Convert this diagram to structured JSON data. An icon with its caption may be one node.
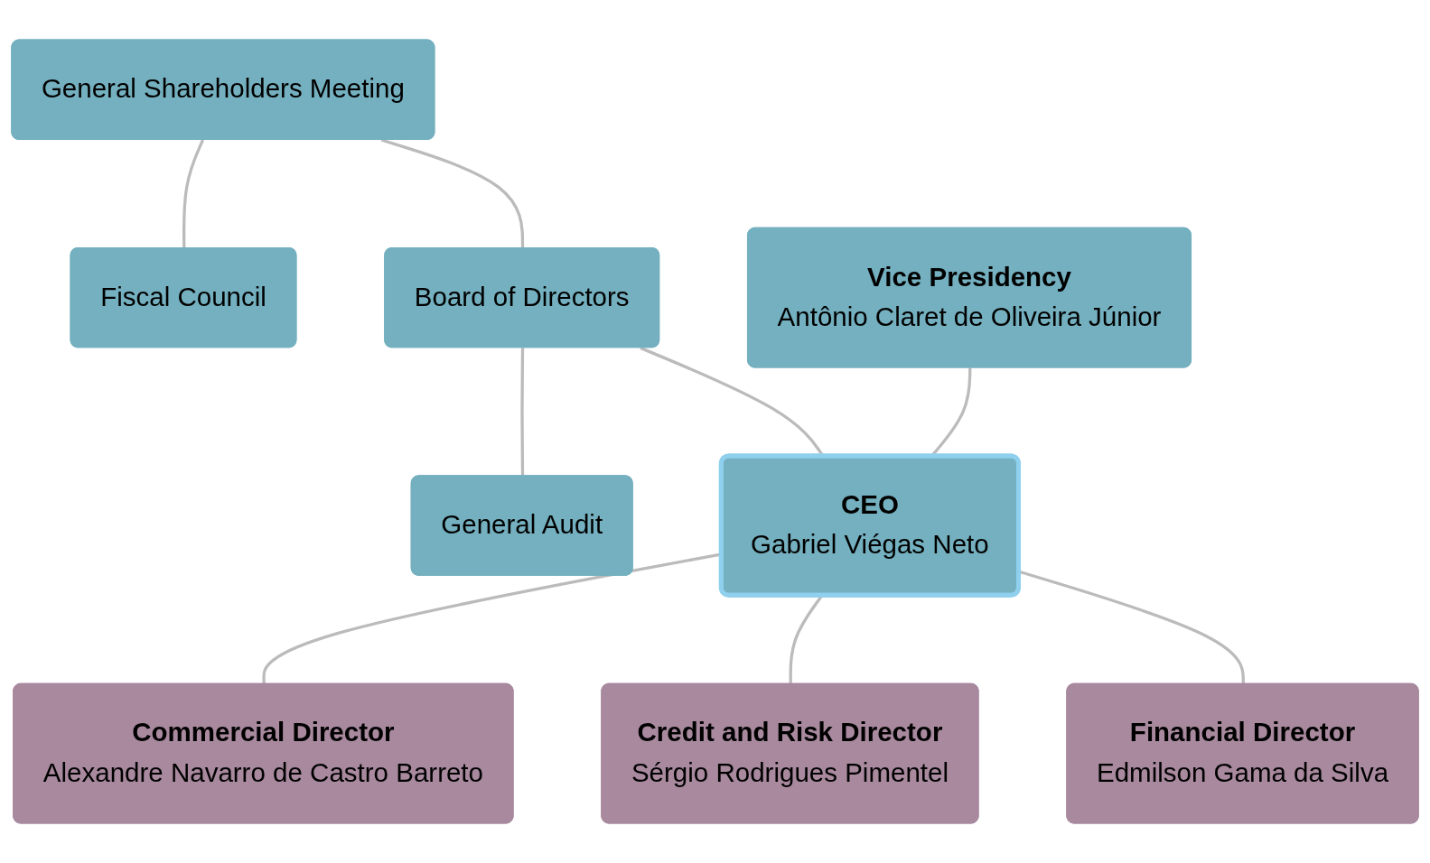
{
  "diagram": {
    "nodes": [
      {
        "text": [
          "General Shareholders Meeting"
        ]
      },
      {
        "text": [
          "Fiscal Council"
        ]
      },
      {
        "text": [
          "Board of Directors"
        ]
      },
      {
        "text": [
          "General Audit"
        ]
      },
      {
        "text": [
          "Vice Presidency",
          "Antônio Claret de Oliveira Júnior"
        ]
      },
      {
        "text": [
          "CEO",
          "Gabriel Viégas Neto"
        ]
      },
      {
        "text": [
          "Commercial Director",
          "Alexandre Navarro de Castro Barreto"
        ]
      },
      {
        "text": [
          "Credit and Risk Director",
          "Sérgio Rodrigues Pimentel"
        ]
      },
      {
        "text": [
          "Financial Director",
          "Edmilson Gama da Silva"
        ]
      }
    ],
    "edges": [
      {
        "from": 0,
        "to": 1,
        "arrow": "none"
      },
      {
        "from": 0,
        "to": 2,
        "arrow": "none"
      },
      {
        "from": 2,
        "to": 3,
        "arrow": "none"
      },
      {
        "from": 2,
        "to": 5,
        "arrow": "none"
      },
      {
        "from": 4,
        "to": 5,
        "arrow": "none"
      },
      {
        "from": 5,
        "to": 6,
        "arrow": "none"
      },
      {
        "from": 5,
        "to": 7,
        "arrow": "none"
      },
      {
        "from": 5,
        "to": 8,
        "arrow": "none"
      }
    ]
  }
}
